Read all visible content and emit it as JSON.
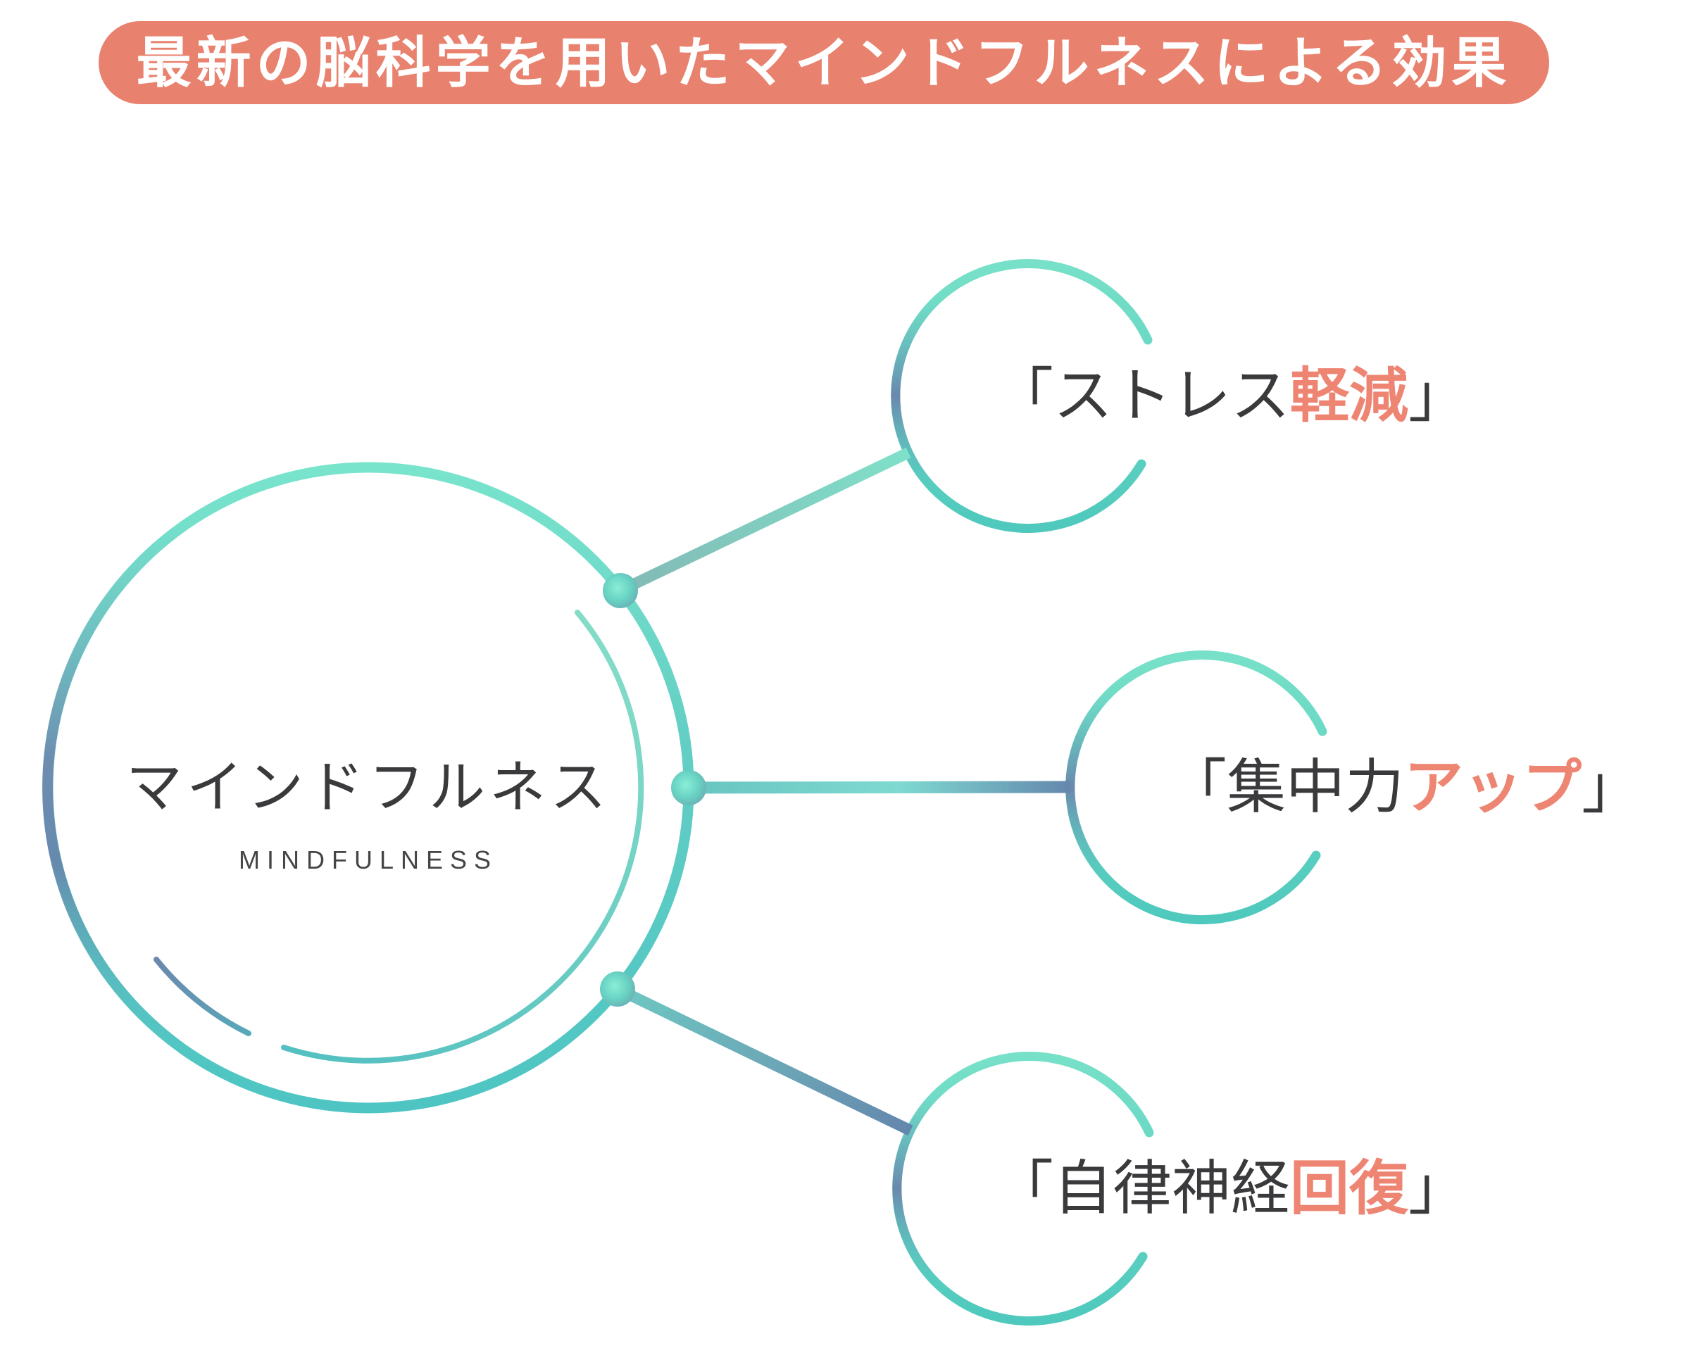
{
  "title": {
    "text": "最新の脳科学を用いたマインドフルネスによる効果"
  },
  "center": {
    "label": "マインドフルネス",
    "sublabel": "MINDFULNESS"
  },
  "branches": [
    {
      "open": "「",
      "main": "ストレス",
      "accent": "軽減",
      "close": "」"
    },
    {
      "open": "「",
      "main": "集中力",
      "accent": "アップ",
      "close": "」"
    },
    {
      "open": "「",
      "main": "自律神経",
      "accent": "回復",
      "close": "」"
    }
  ],
  "icons": [
    "central-circle-ring",
    "inner-swoosh-arc",
    "connector-node-dot",
    "satellite-open-circle"
  ],
  "colors": {
    "background": "#FFFFFF",
    "banner_background": "#E8816D",
    "banner_text": "#FFFFFF",
    "body_text": "#3A3A3C",
    "accent_text": "#EE8573",
    "gradient_blue": "#6B87AE",
    "gradient_teal": "#4FC6C2",
    "gradient_green": "#7CE4CB",
    "node_teal_light": "#8BEDD7",
    "node_teal_dark": "#69AEB3"
  }
}
